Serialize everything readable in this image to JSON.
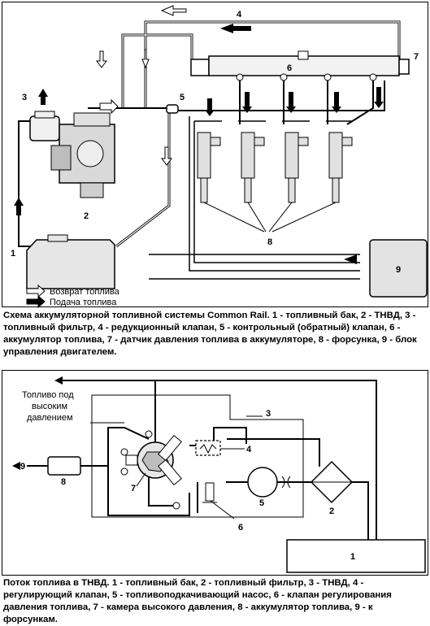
{
  "top_diagram": {
    "labels": {
      "tank": "1",
      "pump": "2",
      "filter": "3",
      "reducing_valve": "4",
      "control_valve": "5",
      "rail": "6",
      "pressure_sensor": "7",
      "injectors": "8",
      "ecu": "9"
    },
    "legend": {
      "return": "Возврат топлива",
      "supply": "Подача топлива"
    },
    "caption": "Схема аккумуляторной топливной системы Common Rail. 1 - топливный бак, 2 - ТНВД, 3 - топливный фильтр, 4 - редукционный клапан, 5 - контрольный (обратный) клапан, 6 - аккумулятор топлива, 7 - датчик давления топлива в аккумуляторе, 8 - форсунка, 9 - блок управления двигателем."
  },
  "bottom_diagram": {
    "labels": {
      "tank": "1",
      "filter": "2",
      "hp_pump": "3",
      "regulating_valve": "4",
      "feed_pump": "5",
      "pressure_valve": "6",
      "hp_chamber": "7",
      "accumulator": "8",
      "to_injectors": "9"
    },
    "hp_note_line1": "Топливо под",
    "hp_note_line2": "высоким",
    "hp_note_line3": "давлением",
    "caption": "Поток топлива в ТНВД. 1 - топливный бак, 2 - топливный фильтр, 3 - ТНВД, 4 - регулирующий клапан, 5 - топливоподкачивающий насос, 6 - клапан регулирования давления топлива, 7 - камера высокого давления, 8 - аккумулятор топлива, 9 - к форсункам."
  },
  "colors": {
    "line": "#000000",
    "fill_light": "#f2f2f2",
    "fill_mid": "#d8d8d8"
  }
}
